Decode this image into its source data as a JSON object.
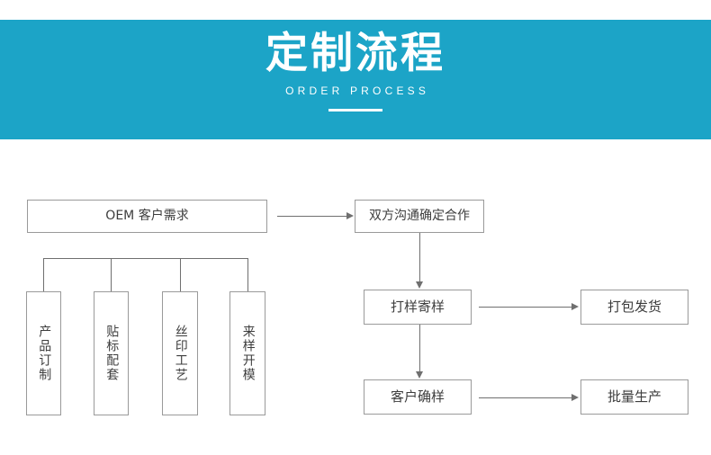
{
  "banner": {
    "title": "定制流程",
    "subtitle": "ORDER PROCESS",
    "background_color": "#1ca4c7",
    "text_color": "#ffffff"
  },
  "flowchart": {
    "line_color": "#6f6f6f",
    "box_border_color": "#9a9a9a",
    "box_text_color": "#3d3d3d",
    "nodes": {
      "oem": "OEM 客户需求",
      "communication": "双方沟通确定合作",
      "sample": "打样寄样",
      "packing": "打包发货",
      "confirm": "客户确样",
      "mass_production": "批量生产",
      "options": [
        "产品订制",
        "贴标配套",
        "丝印工艺",
        "来样开模"
      ]
    }
  }
}
